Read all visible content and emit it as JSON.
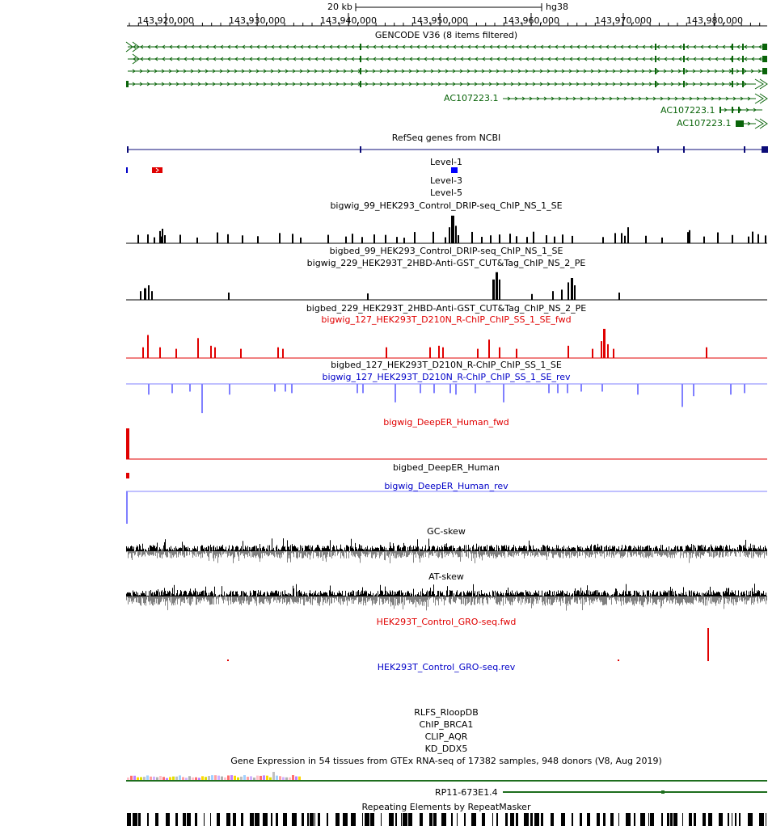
{
  "ruler": {
    "scale": "20 kb",
    "assembly": "hg38",
    "ticks": [
      "143,920,000",
      "143,930,000",
      "143,940,000",
      "143,950,000",
      "143,960,000",
      "143,970,000",
      "143,980,000"
    ]
  },
  "tracks": {
    "gencode": "GENCODE V36 (8 items filtered)",
    "gene_ac1": "AC107223.1",
    "gene_ac2": "AC107223.1",
    "gene_ac3": "AC107223.1",
    "refseq": "RefSeq genes from NCBI",
    "level1": "Level-1",
    "level3": "Level-3",
    "level5": "Level-5",
    "drip_wig": "bigwig_99_HEK293_Control_DRIP-seq_ChIP_NS_1_SE",
    "drip_bed": "bigbed_99_HEK293_Control_DRIP-seq_ChIP_NS_1_SE",
    "cut_wig": "bigwig_229_HEK293T_2HBD-Anti-GST_CUT&Tag_ChIP_NS_2_PE",
    "cut_bed": "bigbed_229_HEK293T_2HBD-Anti-GST_CUT&Tag_ChIP_NS_2_PE",
    "rchip_fwd": "bigwig_127_HEK293T_D210N_R-ChIP_ChIP_SS_1_SE_fwd",
    "rchip_bed": "bigbed_127_HEK293T_D210N_R-ChIP_ChIP_SS_1_SE",
    "rchip_rev": "bigwig_127_HEK293T_D210N_R-ChIP_ChIP_SS_1_SE_rev",
    "deeper_fwd": "bigwig_DeepER_Human_fwd",
    "deeper_bed": "bigbed_DeepER_Human",
    "deeper_rev": "bigwig_DeepER_Human_rev",
    "gc_skew": "GC-skew",
    "at_skew": "AT-skew",
    "gro_fwd": "HEK293T_Control_GRO-seq.fwd",
    "gro_rev": "HEK293T_Control_GRO-seq.rev",
    "rlfs": "RLFS_RloopDB",
    "chip_brca1": "ChIP_BRCA1",
    "clip_aqr": "CLIP_AQR",
    "kd_ddx5": "KD_DDX5",
    "gtex": "Gene Expression in 54 tissues from GTEx RNA-seq of 17382 samples, 948 donors (V8, Aug 2019)",
    "gene_rp11": "RP11-673E1.4",
    "repeatmasker": "Repeating Elements by RepeatMasker"
  },
  "colors": {
    "gencode": "#0a640a",
    "refseq": "#0c0c78",
    "fwd": "#e00000",
    "rev": "#0000c8",
    "rev_signal": "#8080ff",
    "black": "#000000",
    "grey": "#808080",
    "gtex": "#1e6e1e"
  }
}
